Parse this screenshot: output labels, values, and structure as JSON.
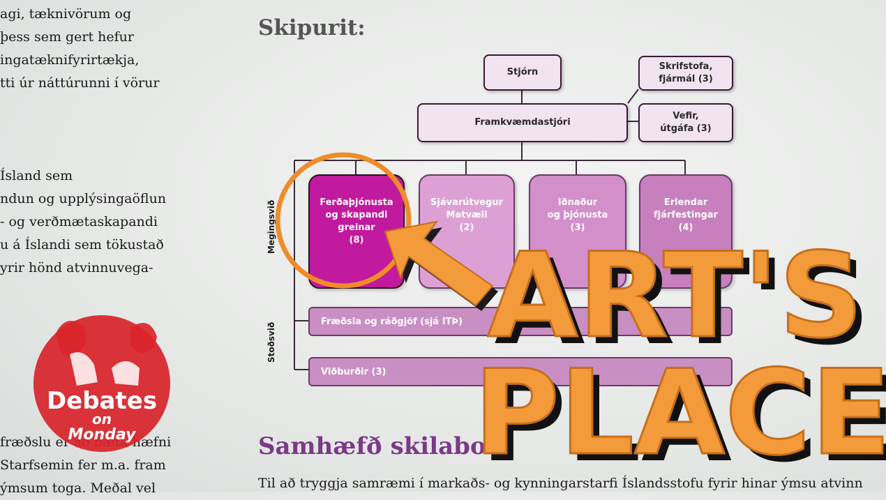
{
  "left_column": {
    "para1": [
      "agi, tæknivörum og",
      "þess sem gert hefur",
      "ingatæknifyrirtækja,",
      "tti úr náttúrunni í vörur"
    ],
    "para2": [
      "Ísland sem",
      "ndun og upplýsingaöflun",
      "- og verðmætaskapandi",
      "u á Íslandi sem tökustað",
      "yrir hönd atvinnuvega-"
    ],
    "para3": [
      "fræðslu er að bæta hæfni",
      "Starfsemin fer m.a. fram",
      "ýmsum toga. Meðal vel"
    ]
  },
  "stamp": {
    "line1": "Debates",
    "line2": "on",
    "line3": "Monday",
    "color": "#d8232a"
  },
  "skipurit_heading": "Skipurit:",
  "org_chart": {
    "board": "Stjórn",
    "ceo": "Framkvæmdastjóri",
    "side_boxes": [
      [
        "Skrifstofa,",
        "fjármál (3)"
      ],
      [
        "Vefir,",
        "útgáfa (3)"
      ]
    ],
    "departments": [
      {
        "lines": [
          "Ferðaþjónusta",
          "og skapandi",
          "greinar",
          "(8)"
        ],
        "color": "#c21a9e"
      },
      {
        "lines": [
          "Sjávarútvegur",
          "Matvæli",
          "(2)"
        ],
        "color": "#dda0d4"
      },
      {
        "lines": [
          "Iðnaður",
          "og þjónusta",
          "(3)"
        ],
        "color": "#d28fca"
      },
      {
        "lines": [
          "Erlendar",
          "fjárfestingar",
          "(4)"
        ],
        "color": "#c77fbd"
      }
    ],
    "core_label": "Megingsvið",
    "support_label": "Stoðsvið",
    "support_bars": [
      "Fræðsla og ráðgjöf  (sjá ITÞ)",
      "Viðburðir (3)"
    ]
  },
  "overlay": {
    "line1": "ART'S",
    "line2": "PLACE",
    "color": "#f39a3a",
    "circle_color": "#ee8c2a"
  },
  "samh_heading": "Samhæfð skilaboð",
  "body_line": "Til að tryggja samræmi í markaðs- og kynningarstarfi Íslandsstofu fyrir hinar ýmsu atvinn"
}
